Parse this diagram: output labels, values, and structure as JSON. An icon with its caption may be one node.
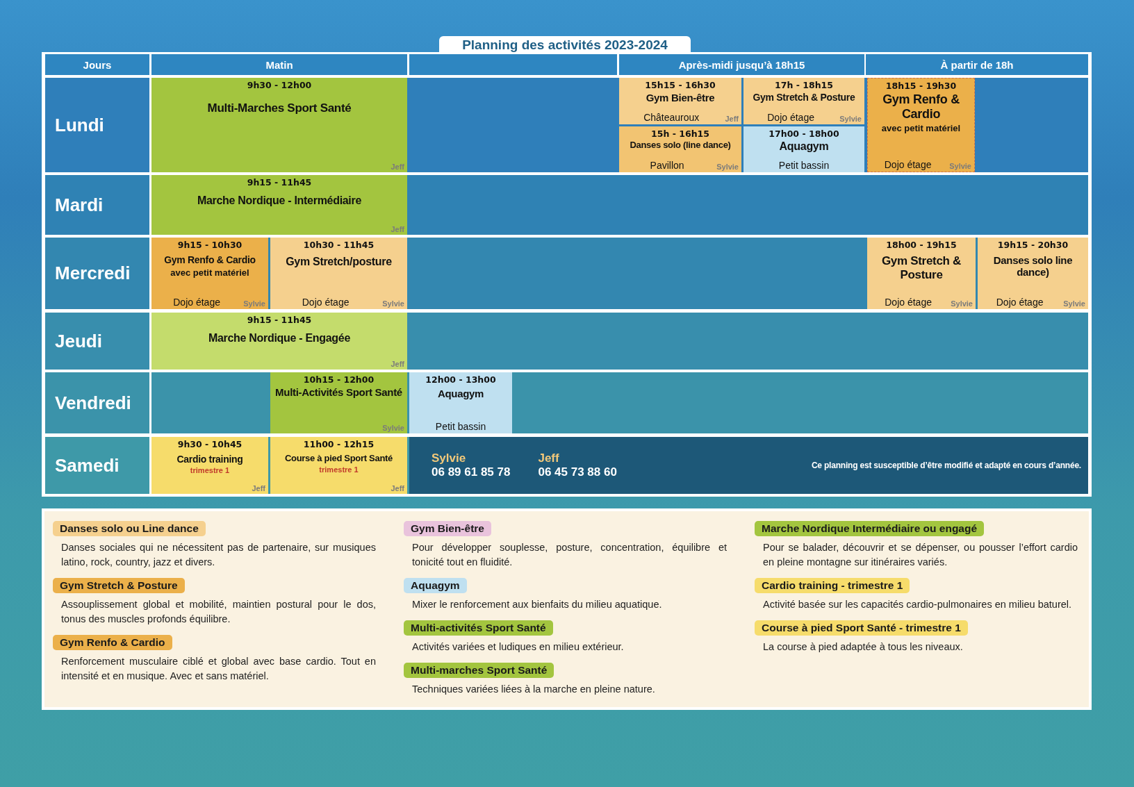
{
  "diagram": {
    "title": "Planning des activités 2023-2024",
    "nodes": [
      {
        "text": [
          "9h30 - 12h00",
          "Multi-Marches Sport Santé",
          "Jeff"
        ]
      },
      {
        "text": [
          "15h15 - 16h30",
          "Gym Bien-être",
          "Châteauroux",
          "Jeff"
        ]
      },
      {
        "text": [
          "17h - 18h15",
          "Gym Stretch & Posture",
          "Dojo étage",
          "Sylvie"
        ]
      },
      {
        "text": [
          "18h15 - 19h30",
          "Gym Renfo & Cardio",
          "avec petit matériel",
          "Dojo étage",
          "Sylvie"
        ]
      },
      {
        "text": [
          "15h - 16h15",
          "Danses solo (line dance)",
          "Pavillon",
          "Sylvie"
        ]
      },
      {
        "text": [
          "17h00 - 18h00",
          "Aquagym",
          "Petit bassin"
        ]
      },
      {
        "text": [
          "9h15 - 11h45",
          "Marche Nordique - Intermédiaire",
          "Jeff"
        ]
      },
      {
        "text": [
          "9h15 - 10h30",
          "Gym Renfo & Cardio",
          "avec petit matériel",
          "Dojo étage",
          "Sylvie"
        ]
      },
      {
        "text": [
          "10h30 - 11h45",
          "Gym Stretch/posture",
          "Dojo étage",
          "Sylvie"
        ]
      },
      {
        "text": [
          "18h00 - 19h15",
          "Gym Stretch & Posture",
          "Dojo étage",
          "Sylvie"
        ]
      },
      {
        "text": [
          "19h15 - 20h30",
          "Danses solo line dance)",
          "Dojo étage",
          "Sylvie"
        ]
      },
      {
        "text": [
          "9h15 - 11h45",
          "Marche Nordique - Engagée",
          "Jeff"
        ]
      },
      {
        "text": [
          "10h15 - 12h00",
          "Multi-Activités Sport Santé",
          "Sylvie"
        ]
      },
      {
        "text": [
          "12h00 - 13h00",
          "Aquagym",
          "Petit bassin"
        ]
      },
      {
        "text": [
          "9h30 - 10h45",
          "Cardio training",
          "trimestre 1",
          "Jeff"
        ]
      },
      {
        "text": [
          "11h00 - 12h15",
          "Course à pied Sport Santé",
          "trimestre 1",
          "Jeff"
        ]
      },
      {
        "text": [
          "Sylvie",
          "06 89 61 85 78",
          "Jeff",
          "06 45 73 88 60",
          "Ce planning est susceptible d’être modifié et adapté en cours d’année."
        ]
      },
      {
        "text": [
          "Danses solo ou Line dance"
        ],
        "beside": [
          "Danses sociales qui ne nécessitent pas de partenaire, sur musiques latino, rock, country, jazz et divers."
        ]
      },
      {
        "text": [
          "Gym Stretch & Posture"
        ],
        "beside": [
          "Assouplissement global et mobilité, maintien postural pour le dos, tonus des muscles profonds équilibre."
        ]
      },
      {
        "text": [
          "Gym Renfo & Cardio"
        ],
        "beside": [
          "Renforcement musculaire ciblé et global avec base cardio. Tout en intensité et en musique. Avec et sans matériel."
        ]
      },
      {
        "text": [
          "Gym Bien-être"
        ],
        "beside": [
          "Pour développer souplesse, posture, concentration, équilibre et tonicité tout en fluidité."
        ]
      },
      {
        "text": [
          "Aquagym"
        ],
        "beside": [
          "Mixer le renforcement aux bienfaits du milieu aquatique."
        ]
      },
      {
        "text": [
          "Multi-activités Sport Santé"
        ],
        "beside": [
          "Activités variées et ludiques en milieu extérieur."
        ]
      },
      {
        "text": [
          "Multi-marches Sport Santé"
        ],
        "beside": [
          "Techniques variées liées à la marche en pleine nature."
        ]
      },
      {
        "text": [
          "Marche Nordique Intermédiaire ou engagé"
        ],
        "beside": [
          "Pour se balader, découvrir et se dépenser, ou pousser l’effort cardio en pleine montagne sur itinéraires variés."
        ]
      },
      {
        "text": [
          "Cardio training - trimestre 1"
        ],
        "beside": [
          "Activité basée sur les capacités cardio-pulmonaires en milieu baturel."
        ]
      },
      {
        "text": [
          "Course à pied Sport Santé - trimestre 1"
        ],
        "beside": [
          "La course à pied adaptée à tous les niveaux."
        ]
      }
    ],
    "labels": [
      "Jours",
      "Matin",
      "Après-midi jusqu’à 18h15",
      "À partir de 18h",
      "Lundi",
      "Mardi",
      "Mercredi",
      "Jeudi",
      "Vendredi",
      "Samedi"
    ]
  }
}
